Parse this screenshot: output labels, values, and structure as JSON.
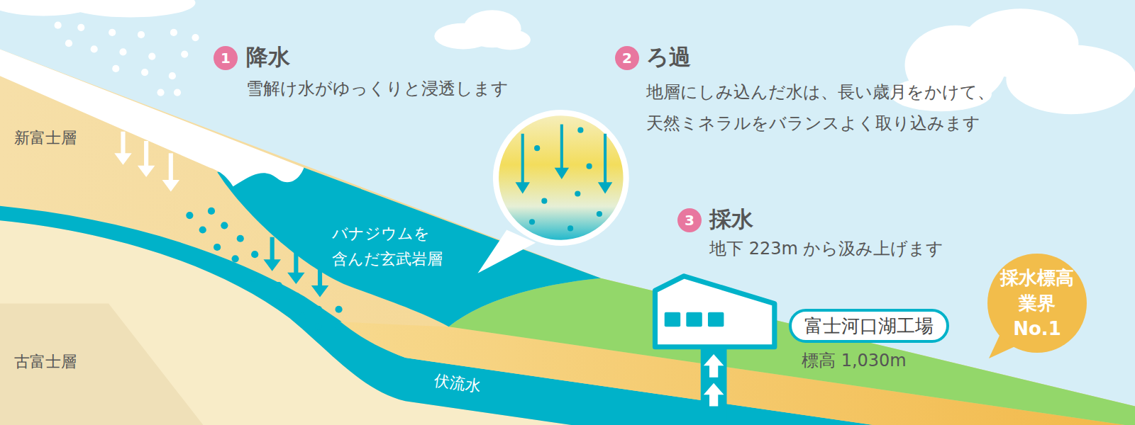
{
  "diagram": {
    "nodes": [
      {
        "text": [
          "1"
        ]
      },
      {
        "text": [
          "2"
        ]
      },
      {
        "text": [
          "3"
        ]
      },
      {
        "text": [
          "富士河口湖工場"
        ]
      },
      {
        "text": [
          "採水標高 業界 No.1"
        ]
      }
    ],
    "labels": [
      "降水",
      "雪解け水がゆっくりと浸透します",
      "ろ過",
      "地層にしみ込んだ水は、長い歳月をかけて、 天然ミネラルをバランスよく取り込みます",
      "採水",
      "地下 223m から汲み上げます",
      "新富士層",
      "古富士層",
      "バナジウムを 含んだ玄武岩層",
      "伏流水",
      "標高 1,030m"
    ]
  }
}
